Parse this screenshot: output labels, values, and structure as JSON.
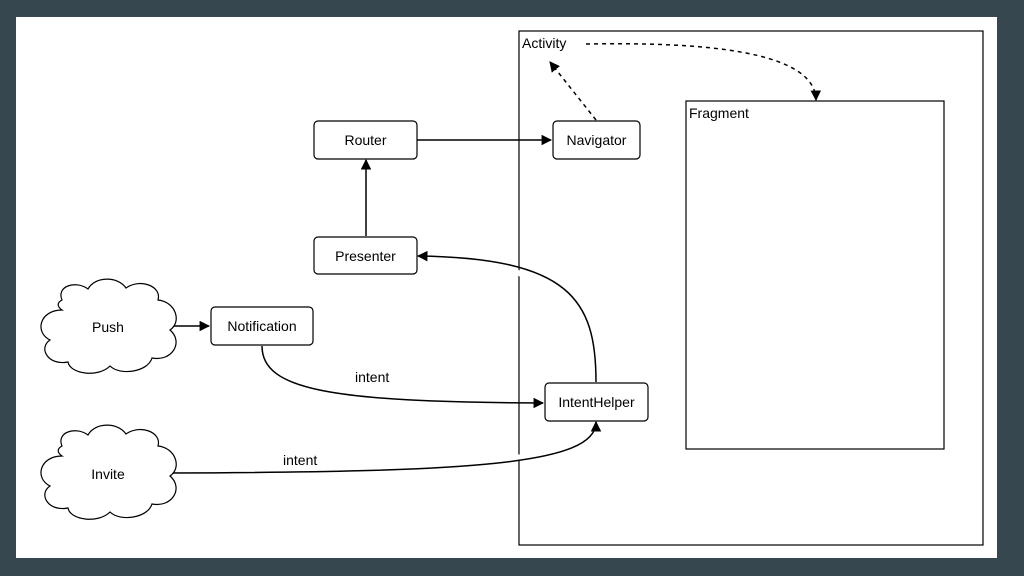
{
  "colors": {
    "background": "#37474f",
    "canvas": "#ffffff",
    "stroke": "#000000"
  },
  "containers": {
    "activity": "Activity",
    "fragment": "Fragment"
  },
  "nodes": {
    "router": "Router",
    "navigator": "Navigator",
    "presenter": "Presenter",
    "notification": "Notification",
    "intent_helper": "IntentHelper"
  },
  "clouds": {
    "push": "Push",
    "invite": "Invite"
  },
  "edge_labels": {
    "notification_intent": "intent",
    "invite_intent": "intent"
  }
}
